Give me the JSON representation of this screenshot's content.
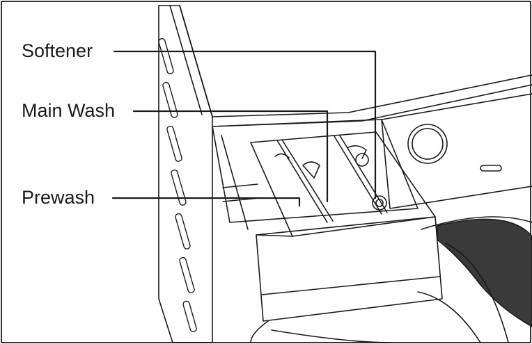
{
  "labels": {
    "softener": "Softener",
    "main_wash": "Main Wash",
    "prewash": "Prewash"
  },
  "colors": {
    "line": "#1a1a1a",
    "frame": "#333333",
    "drum_seal": "#3a3a3a",
    "background": "#ffffff"
  }
}
